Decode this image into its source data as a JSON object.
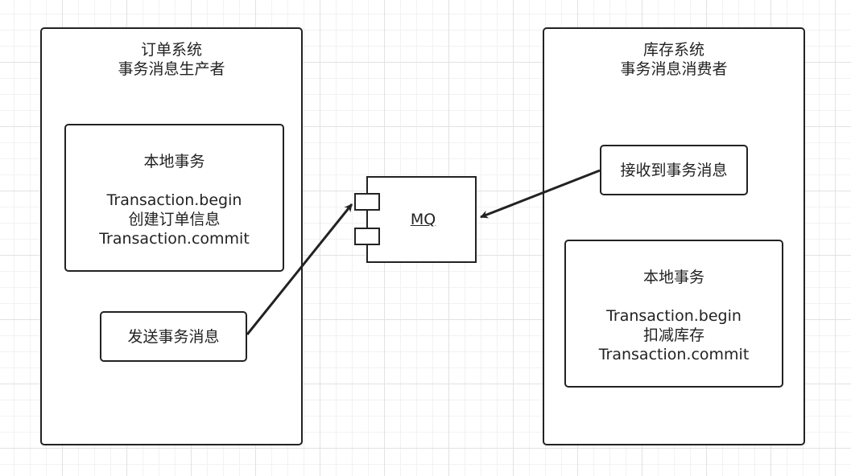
{
  "producer": {
    "title_line1": "订单系统",
    "title_line2": "事务消息生产者",
    "local_tx": {
      "title": "本地事务",
      "begin": "Transaction.begin",
      "action": "创建订单信息",
      "commit": "Transaction.commit"
    },
    "send_label": "发送事务消息"
  },
  "mq": {
    "label": "MQ"
  },
  "consumer": {
    "title_line1": "库存系统",
    "title_line2": "事务消息消费者",
    "receive_label": "接收到事务消息",
    "local_tx": {
      "title": "本地事务",
      "begin": "Transaction.begin",
      "action": "扣减库存",
      "commit": "Transaction.commit"
    }
  },
  "colors": {
    "stroke": "#222222",
    "grid": "#e2e2e2",
    "background": "#ffffff"
  }
}
